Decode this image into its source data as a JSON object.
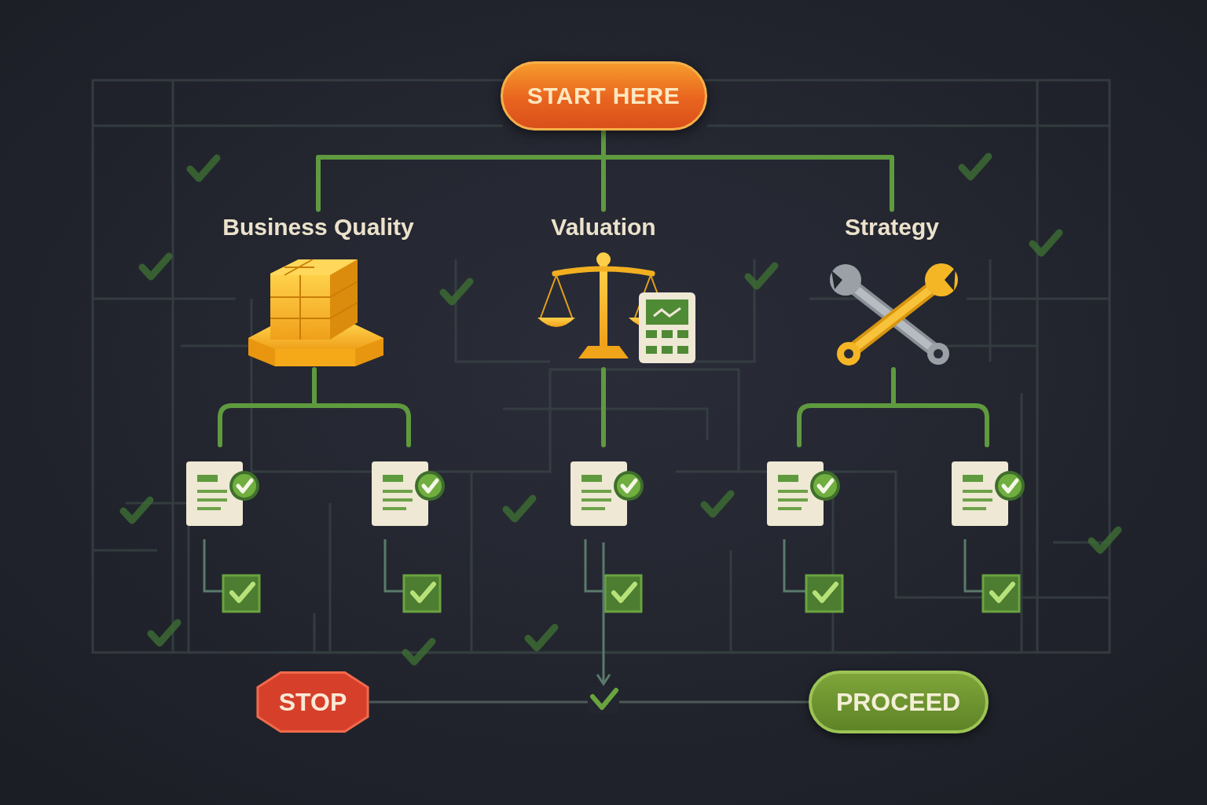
{
  "diagram": {
    "nodes": [
      {
        "text": [
          "START HERE"
        ]
      },
      {
        "text": [
          "Business Quality"
        ]
      },
      {
        "text": [
          "Valuation"
        ]
      },
      {
        "text": [
          "Strategy"
        ]
      },
      {
        "text": [
          "STOP"
        ]
      },
      {
        "text": [
          "PROCEED"
        ]
      }
    ],
    "edges": [
      {
        "from": 0,
        "to": 1,
        "arrow": "none"
      },
      {
        "from": 0,
        "to": 2,
        "arrow": "none"
      },
      {
        "from": 0,
        "to": 3,
        "arrow": "none"
      },
      {
        "from": 4,
        "to": 5,
        "arrow": "none"
      }
    ]
  }
}
